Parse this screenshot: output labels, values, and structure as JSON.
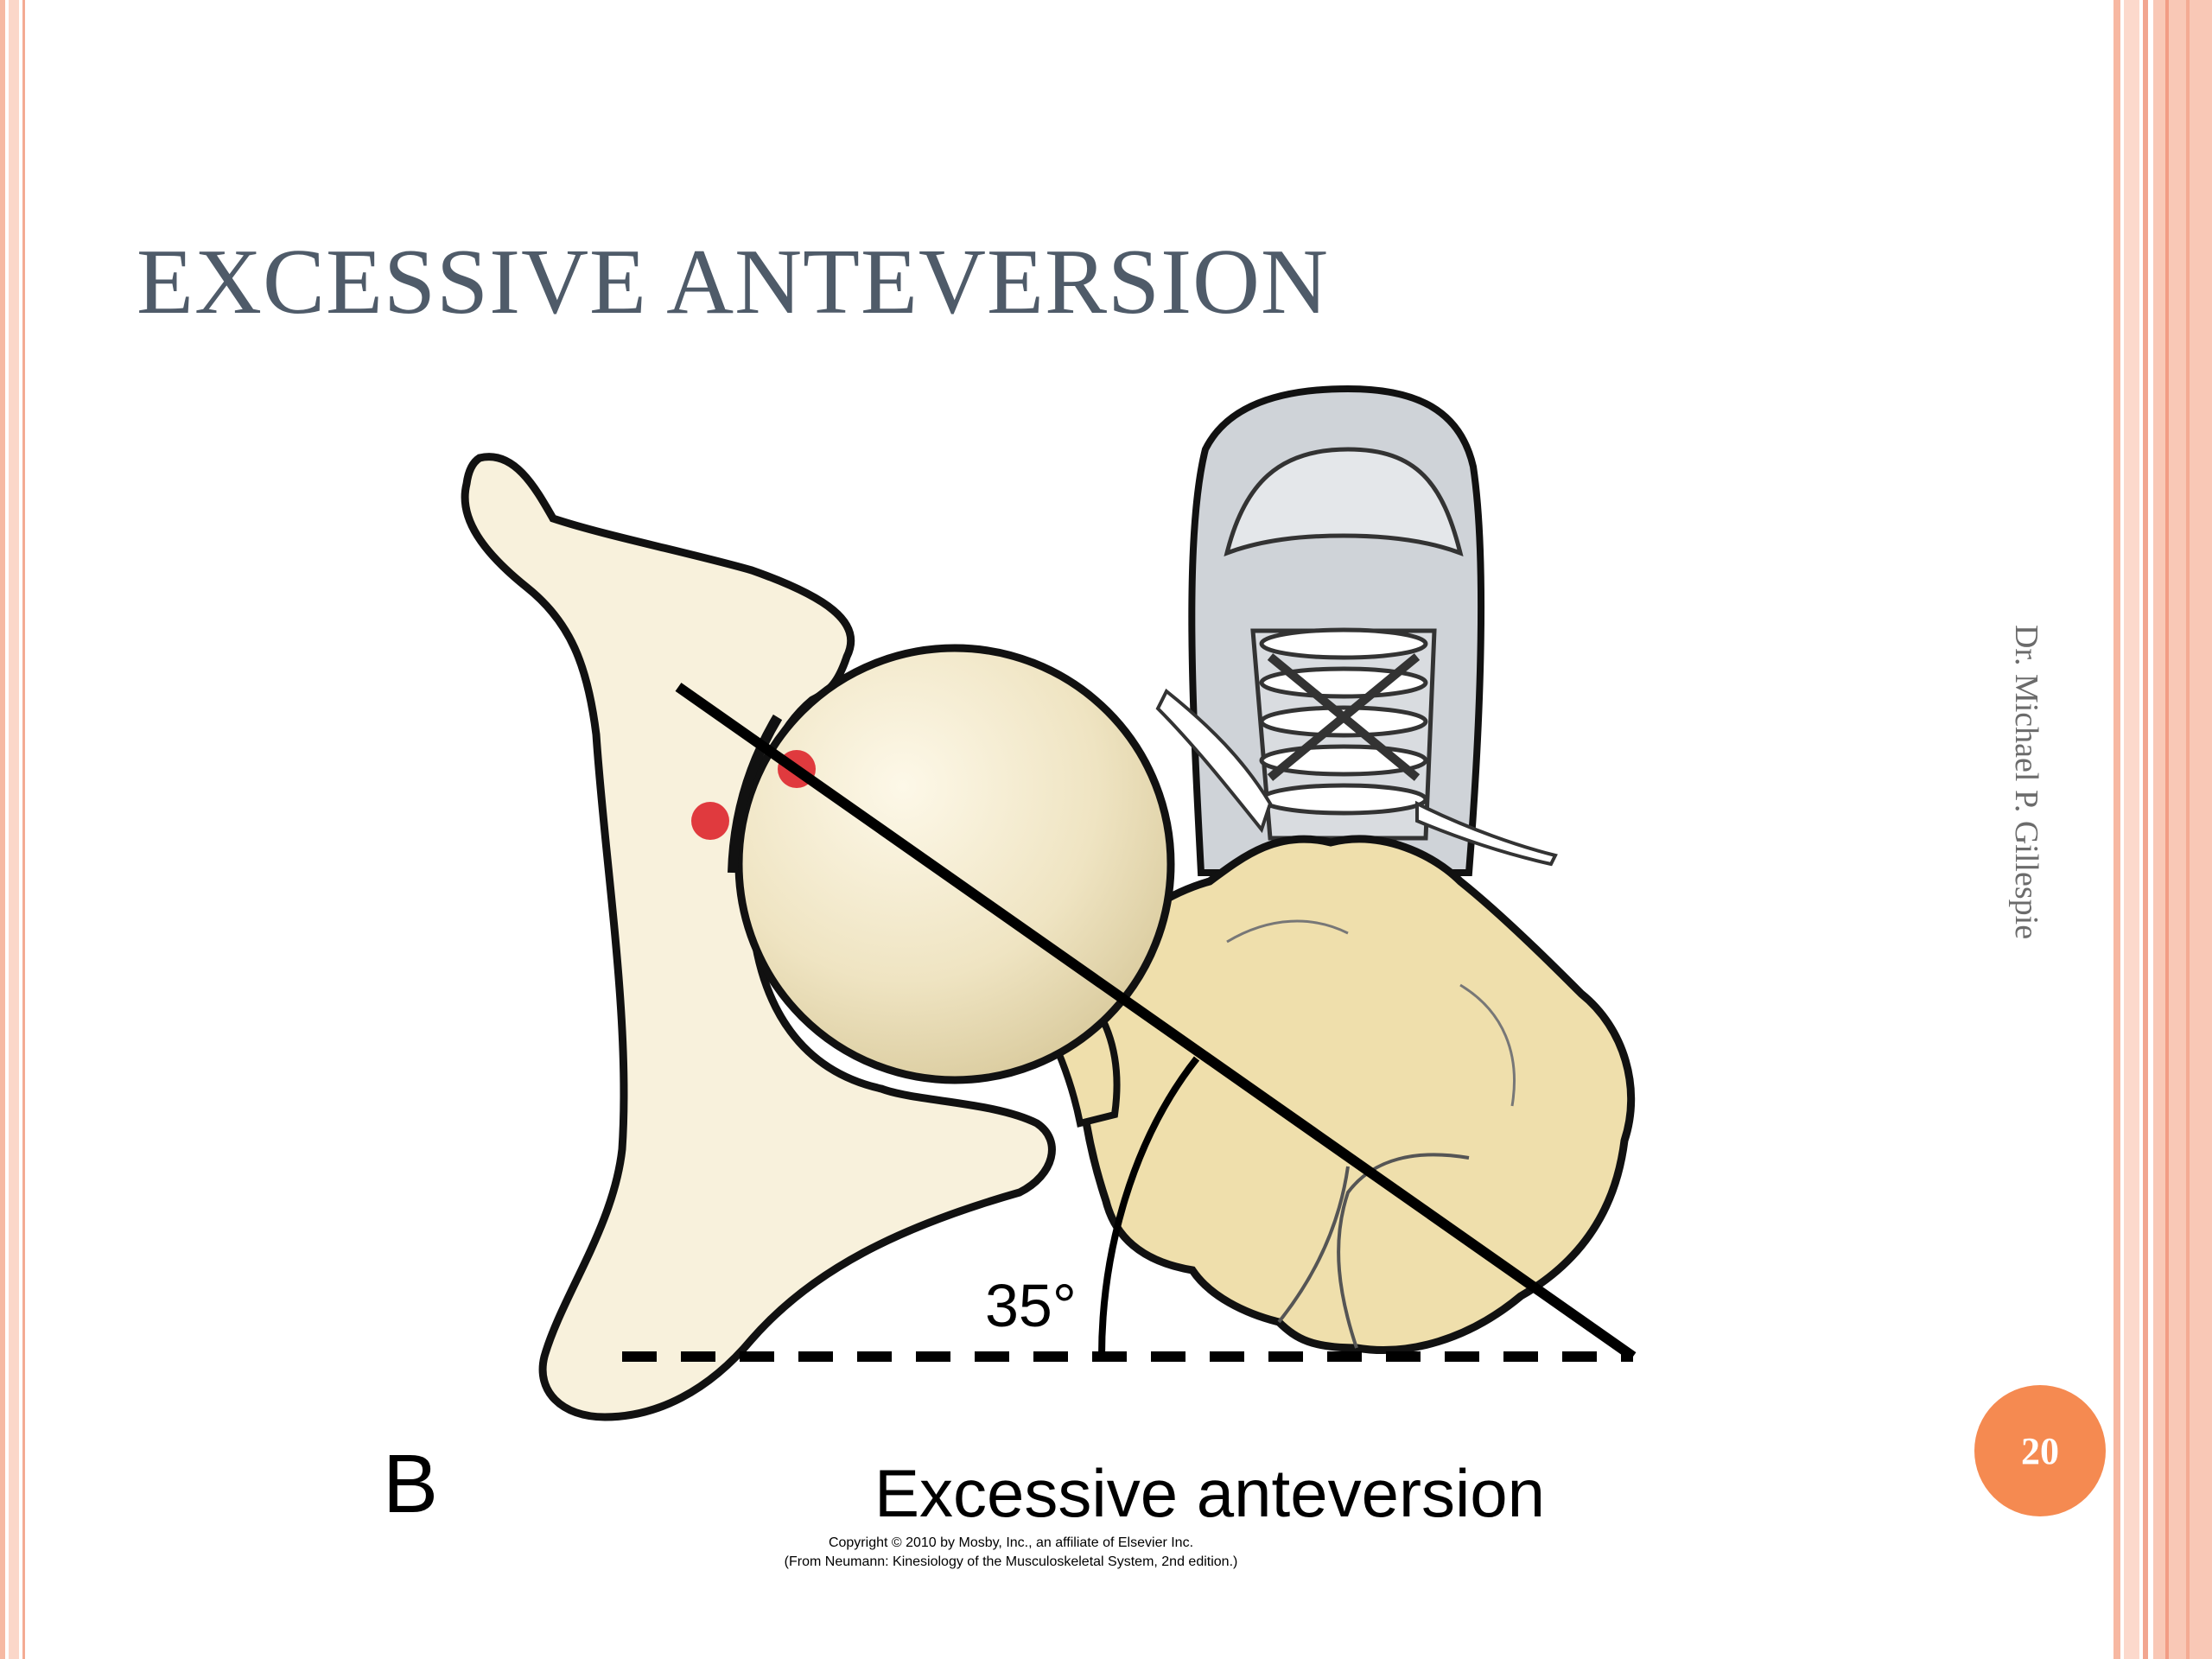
{
  "slide": {
    "title": "EXCESSIVE ANTEVERSION",
    "author": "Dr. Michael P. Gillespie",
    "page_number": "20"
  },
  "figure": {
    "panel_label": "B",
    "angle_label": "35°",
    "caption": "Excessive anteversion",
    "copyright_line1": "Copyright © 2010 by Mosby, Inc., an affiliate of Elsevier Inc.",
    "copyright_line2": "(From Neumann: Kinesiology of the Musculoskeletal System, 2nd edition.)"
  },
  "colors": {
    "title": "#4f5b69",
    "bone": "#f8f1dc",
    "femur": "#efdfac",
    "shoe": "#cfd3d8",
    "marker": "#e03a3e",
    "badge": "#f58a51"
  }
}
